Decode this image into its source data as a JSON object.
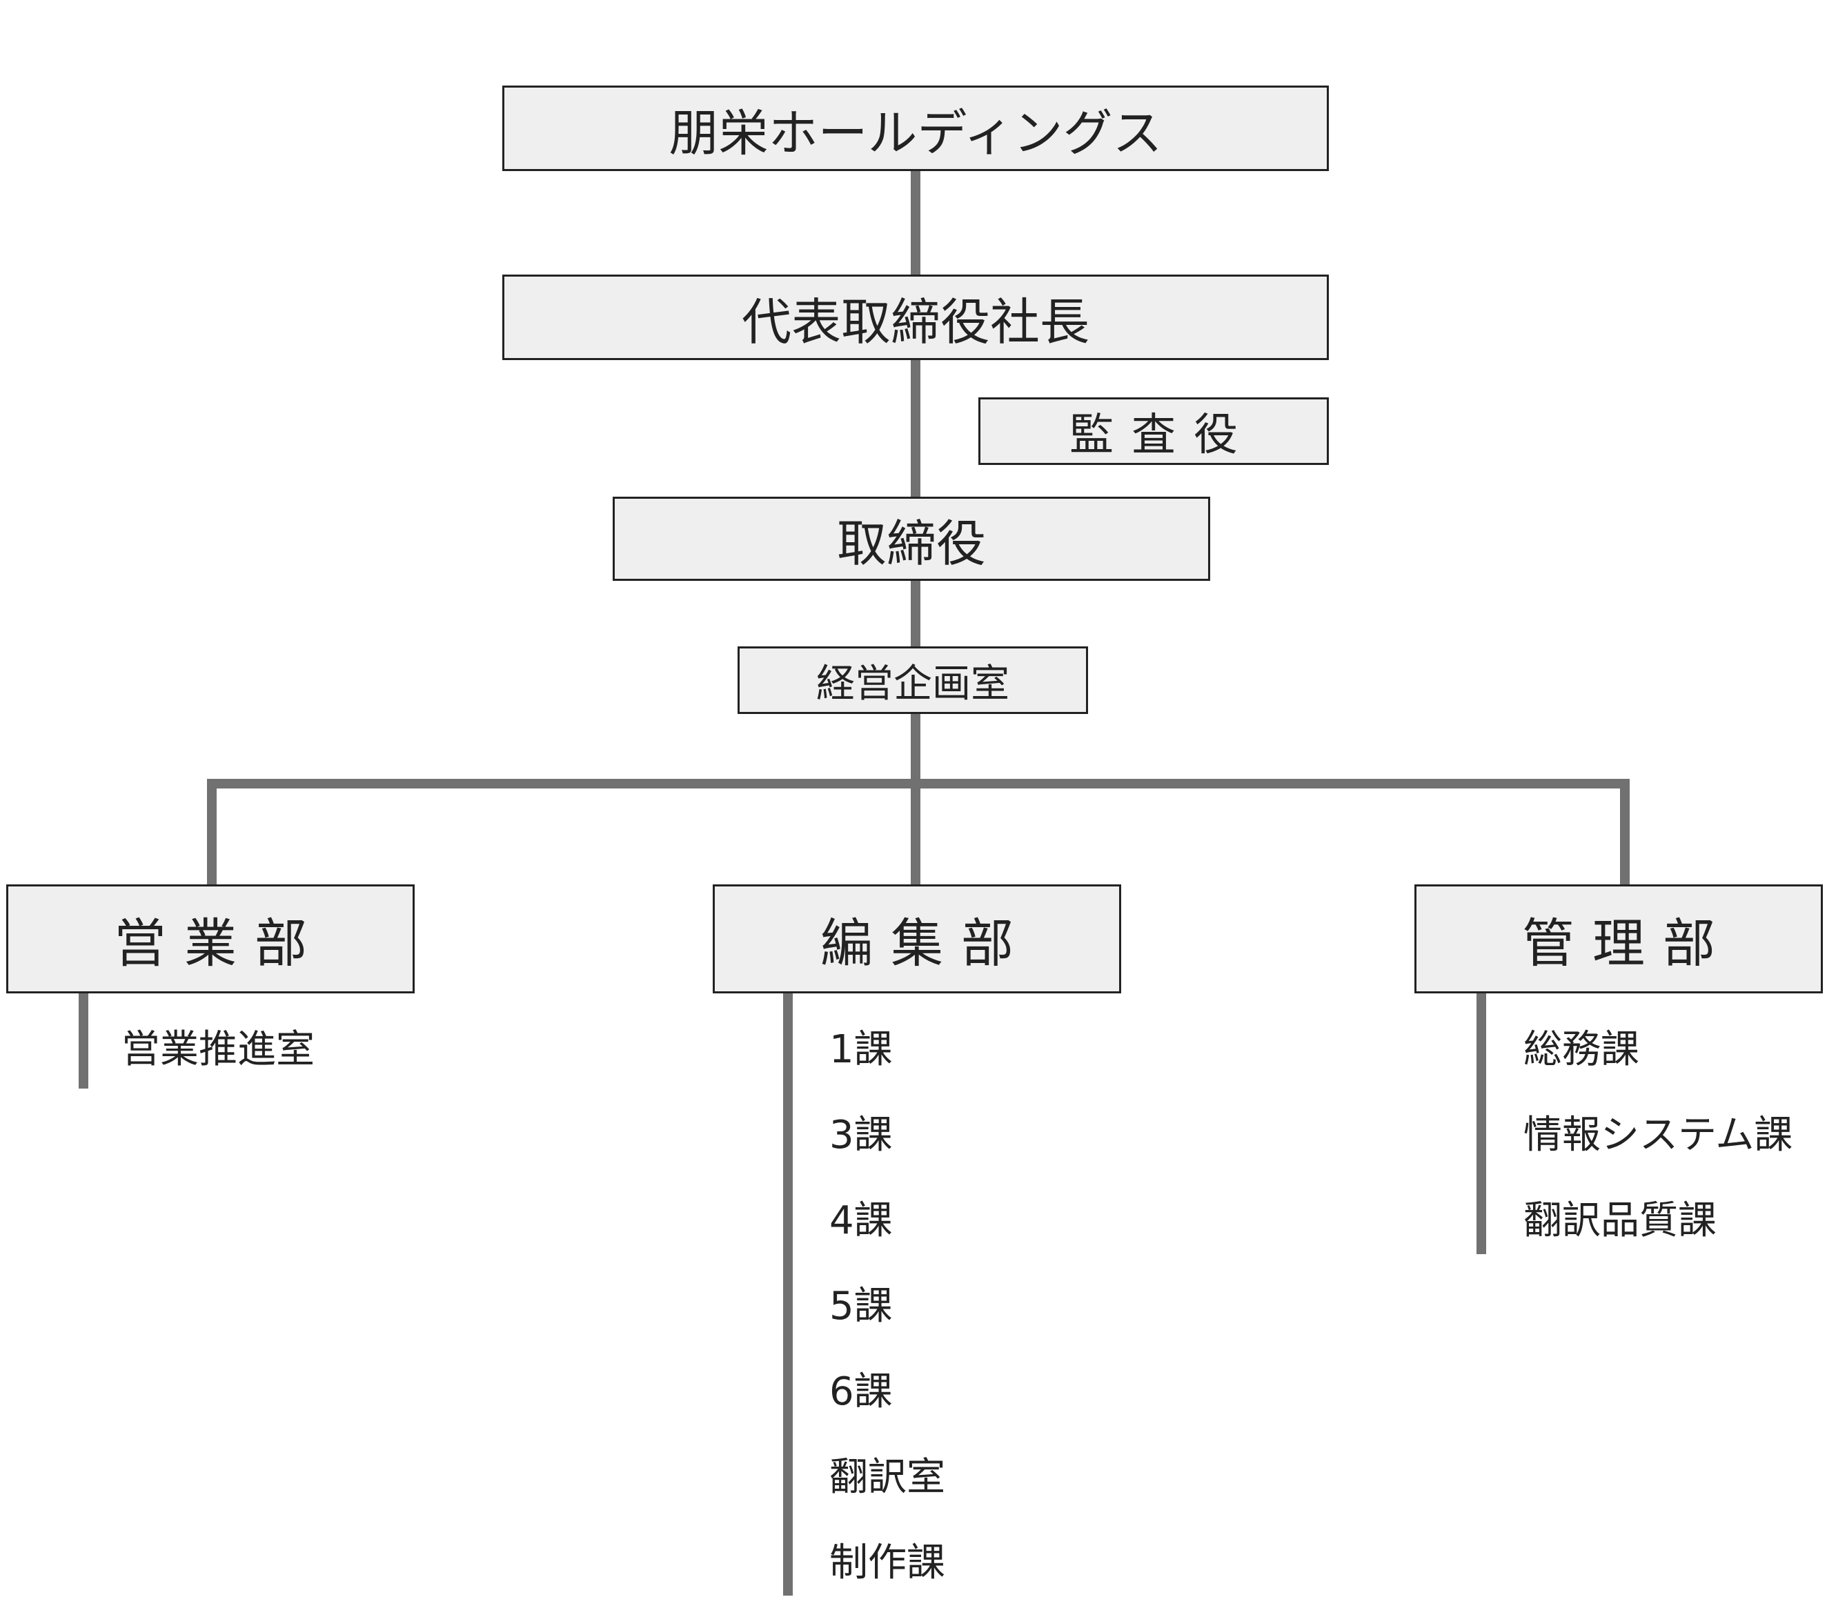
{
  "org": {
    "holding": "朋栄ホールディングス",
    "president": "代表取締役社長",
    "auditor": "監査役",
    "board": "取締役",
    "planning": "経営企画室"
  },
  "departments": [
    {
      "name": "営業部",
      "units": [
        "営業推進室"
      ]
    },
    {
      "name": "編集部",
      "units": [
        "1課",
        "3課",
        "4課",
        "5課",
        "6課",
        "翻訳室",
        "制作課"
      ]
    },
    {
      "name": "管理部",
      "units": [
        "総務課",
        "情報システム課",
        "翻訳品質課"
      ]
    }
  ],
  "colors": {
    "box_fill": "#efefef",
    "border": "#222222",
    "connector": "#717171"
  }
}
